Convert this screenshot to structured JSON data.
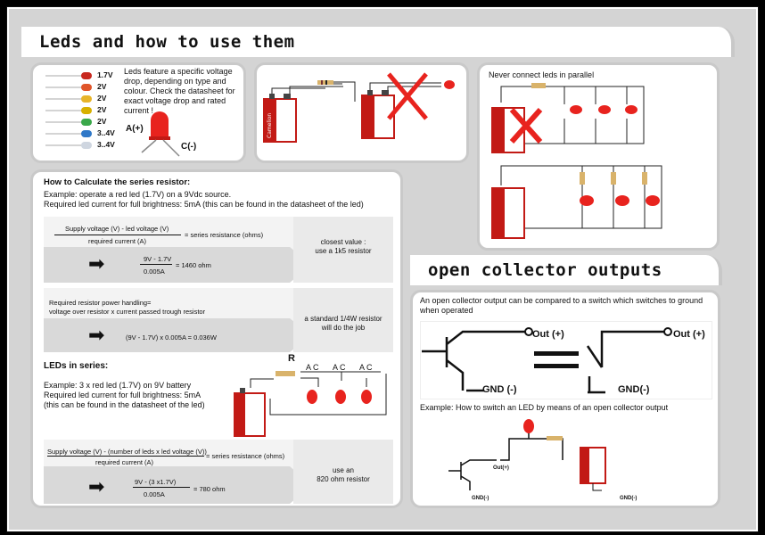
{
  "title": "Leds and how to use them",
  "intro": {
    "voltages": [
      "1.7V",
      "2V",
      "2V",
      "2V",
      "2V",
      "3..4V",
      "3..4V"
    ],
    "led_colors": [
      "#c8281e",
      "#e0552a",
      "#e7b42a",
      "#d7b000",
      "#3aa84a",
      "#2f78c8",
      "#cfd6e0"
    ],
    "text": "Leds feature a specific voltage drop, depending on type and colour. Check the datasheet for exact voltage drop and rated current !",
    "anode": "A(+)",
    "cathode": "C(-)"
  },
  "parallel": {
    "text": "Never connect leds in parallel"
  },
  "series_calc": {
    "heading": "How to Calculate the series resistor:",
    "example1": "Example: operate a red led (1.7V) on a 9Vdc source.",
    "example2": "Required led current for full brightness: 5mA (this can be found in the datasheet of the led)",
    "formula_num": "Supply voltage (V) - led voltage (V)",
    "formula_den": "required current (A)",
    "formula_rhs": "= series resistance (ohms)",
    "calc_num": "9V - 1.7V",
    "calc_den": "0.005A",
    "calc_rhs": "= 1460 ohm",
    "result1": "closest value :\nuse a 1k5 resistor",
    "power1": "Required resistor power handling=",
    "power2": "voltage over resistor x current passed trough resistor",
    "power_calc": "(9V - 1.7V) x 0.005A = 0.036W",
    "result2": "a standard 1/4W resistor\nwill do the job"
  },
  "leds_series": {
    "heading": "LEDs in series:",
    "line1": "Example: 3 x red led (1.7V) on 9V battery",
    "line2": "Required led current for full brightness: 5mA",
    "line3": "(this can be found in the datasheet of the led)",
    "r_label": "R",
    "ac_label": "A C",
    "formula_num": "Supply voltage (V) - (number of leds x led voltage (V))",
    "formula_den": "required current (A)",
    "formula_rhs": "= series resistance (ohms)",
    "calc_num": "9V -  (3 x1.7V)",
    "calc_den": "0.005A",
    "calc_rhs": "= 780 ohm",
    "result": "use an\n820 ohm resistor"
  },
  "open_collector": {
    "title": "open collector outputs",
    "intro": "An open collector output can be compared to a switch which switches to ground when operated",
    "out_label": "Out (+)",
    "gnd_label": "GND (-)",
    "gnd_label2": "GND(-)",
    "example": "Example: How to switch an LED by means of an open collector output",
    "small_out": "Out(+)",
    "small_gnd": "GND(-)"
  },
  "battery": {
    "brand": "Camelion"
  },
  "colors": {
    "led_red": "#e8231e",
    "panel_border": "#c9c9c9",
    "background": "#d4d4d4"
  }
}
